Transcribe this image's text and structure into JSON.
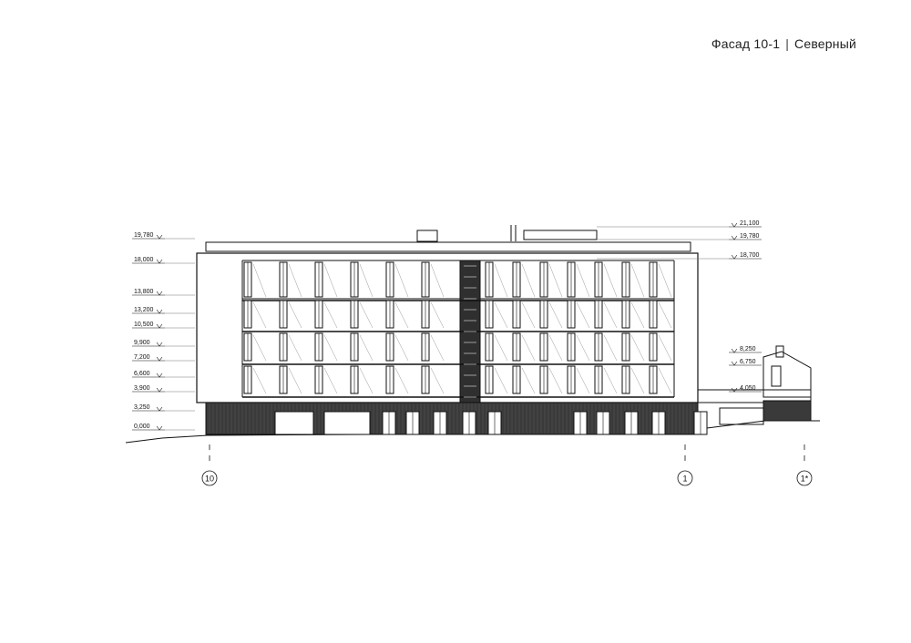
{
  "title": {
    "main": "Фасад 10-1",
    "divider": "|",
    "sub": "Северный"
  },
  "left_levels": [
    "19,780",
    "18,000",
    "13,800",
    "13,200",
    "10,500",
    "9,900",
    "7,200",
    "6,600",
    "3,900",
    "3,250",
    "0,000"
  ],
  "right_levels": [
    "21,100",
    "19,780",
    "18,700"
  ],
  "annex_levels": [
    "8,250",
    "6,750",
    "4,050"
  ],
  "axes": [
    "10",
    "1",
    "1*"
  ],
  "colors": {
    "line": "#111111",
    "dark": "#2a2a2a"
  }
}
